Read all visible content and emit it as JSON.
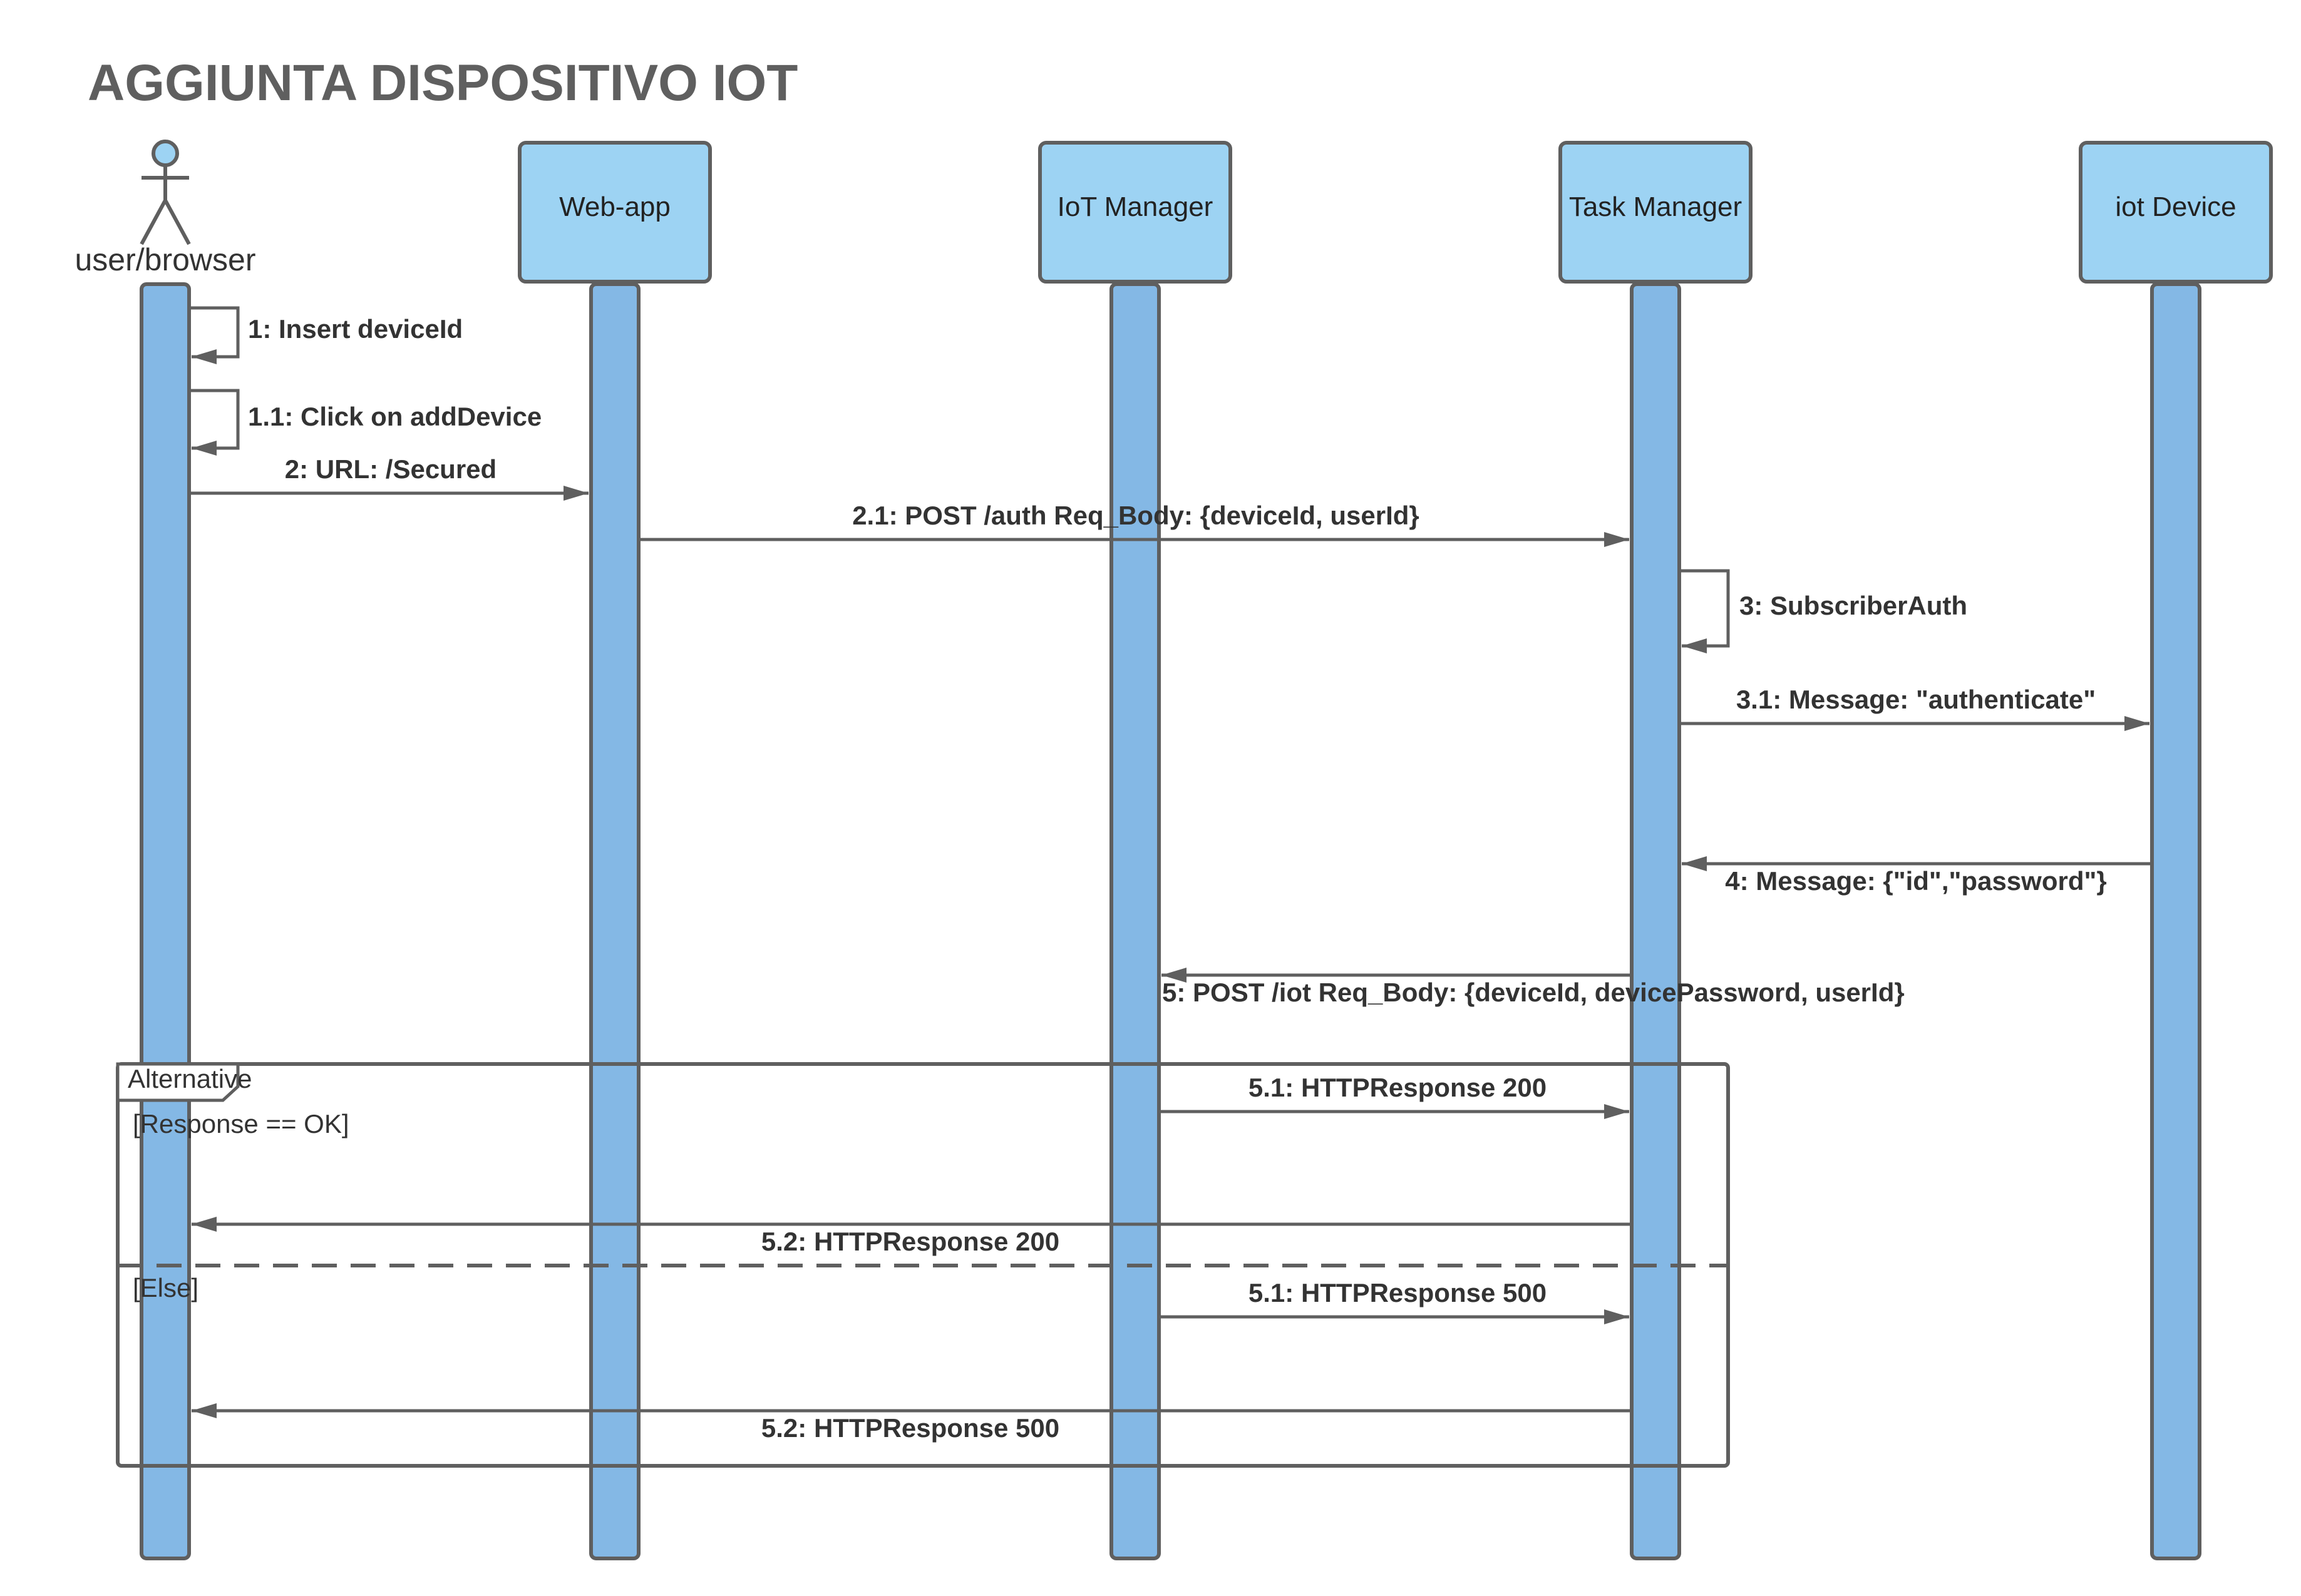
{
  "title": "AGGIUNTA DISPOSITIVO IOT",
  "colors": {
    "lifeline_fill": "#84b8e5",
    "header_fill": "#9dd3f3",
    "stroke": "#5f5f5f",
    "text": "#333333",
    "title": "#5f5f5f",
    "background": "#ffffff"
  },
  "participants": {
    "user": "user/browser",
    "webapp": "Web-app",
    "iot_manager": "IoT Manager",
    "task_manager": "Task Manager",
    "iot_device": "iot Device"
  },
  "messages": {
    "m1": "1: Insert deviceId",
    "m1_1": "1.1: Click on addDevice",
    "m2": "2: URL: /Secured",
    "m2_1": "2.1:  POST /auth Req_Body: {deviceId, userId}",
    "m3": "3: SubscriberAuth",
    "m3_1": "3.1: Message: \"authenticate\"",
    "m4": "4: Message: {\"id\",\"password\"}",
    "m5": "5:  POST /iot Req_Body: {deviceId, devicePassword, userId}",
    "m5_1_ok": "5.1: HTTPResponse 200",
    "m5_2_ok": "5.2: HTTPResponse 200",
    "m5_1_else": "5.1: HTTPResponse 500",
    "m5_2_else": "5.2: HTTPResponse 500"
  },
  "fragment": {
    "label": "Alternative",
    "guard_ok": "[Response == OK]",
    "guard_else": "[Else]"
  }
}
